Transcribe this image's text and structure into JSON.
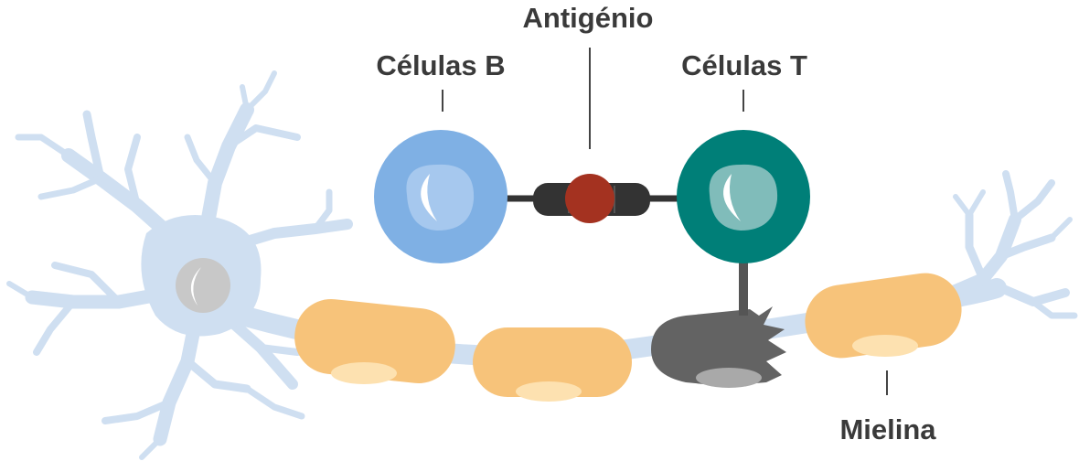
{
  "labels": {
    "antigen": "Antigénio",
    "b_cells": "Células B",
    "t_cells": "Células T",
    "myelin": "Mielina"
  },
  "colors": {
    "neuron": "#cfdff1",
    "b_cell": "#7fb0e4",
    "b_cell_nucleus": "#a6c8ee",
    "t_cell": "#007f78",
    "t_cell_nucleus": "#80bcba",
    "antigen": "#a43220",
    "connector": "#333333",
    "myelin": "#f7c37a",
    "myelin_highlight": "#fde1b0",
    "damaged_myelin": "#636363",
    "damaged_highlight": "#a9a9a9",
    "soma_nucleus": "#c8c8c8",
    "leader_line": "#444444",
    "text": "#3a3a3a"
  }
}
